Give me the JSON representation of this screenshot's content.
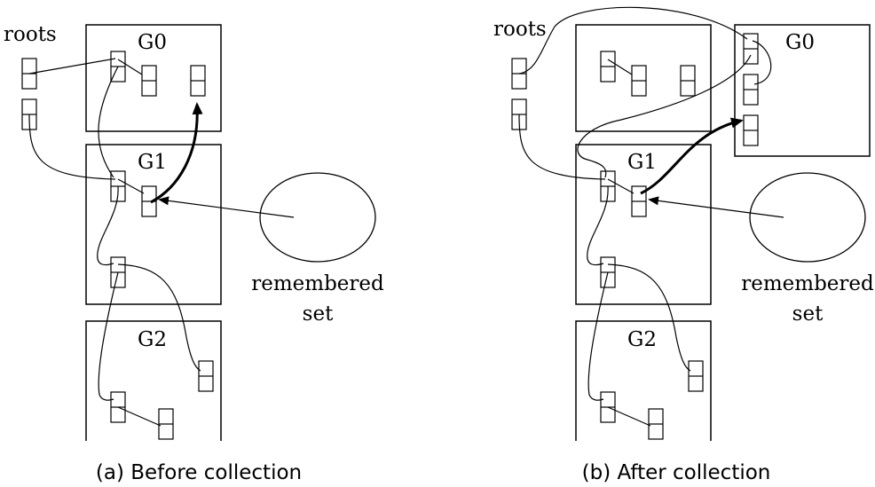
{
  "panel_a": {
    "caption": "(a) Before collection",
    "roots_label": "roots",
    "gen0_label": "G0",
    "gen1_label": "G1",
    "gen2_label": "G2",
    "remembered_set_label_line1": "remembered",
    "remembered_set_label_line2": "set"
  },
  "panel_b": {
    "caption": "(b) After collection",
    "roots_label": "roots",
    "gen0_label": "G0",
    "gen1_label": "G1",
    "gen2_label": "G2",
    "remembered_set_label_line1": "remembered",
    "remembered_set_label_line2": "set"
  }
}
